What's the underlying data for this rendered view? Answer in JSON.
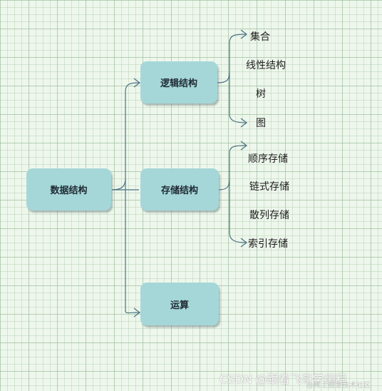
{
  "root": {
    "label": "数据结构"
  },
  "branches": [
    {
      "label": "逻辑结构",
      "children": [
        "集合",
        "线性结构",
        "树",
        "图"
      ]
    },
    {
      "label": "存储结构",
      "children": [
        "顺序存储",
        "链式存储",
        "散列存储",
        "索引存储"
      ]
    },
    {
      "label": "运算",
      "children": []
    }
  ],
  "colors": {
    "node_fill": "#a5d7d9",
    "connector": "#4a7384",
    "background": "#eef7ec"
  },
  "watermark": {
    "main": "CSDN @跟着飞哥学编程",
    "sub": "@稀土掘金技术社区"
  }
}
